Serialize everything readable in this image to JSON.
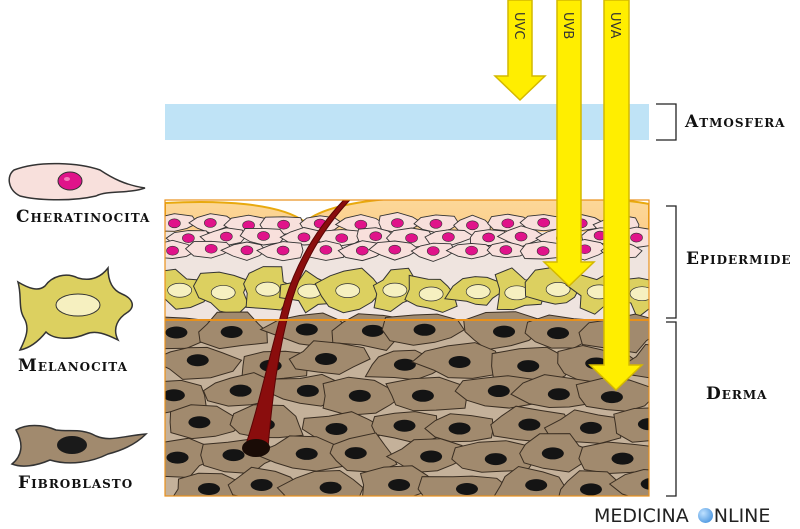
{
  "cells": {
    "cheratinocita": "Cheratinocita",
    "melanocita": "Melanocita",
    "fibroblasto": "Fibroblasto"
  },
  "layers": {
    "atmosfera": "Atmosfera",
    "epidermide": "Epidermide",
    "derma": "Derma"
  },
  "rays": {
    "uvc": "UVC",
    "uvb": "UVB",
    "uva": "UVA",
    "color": "#ffee00"
  },
  "colors": {
    "atmosphere": "#bfe3f6",
    "horny_layer": "#fbd28a",
    "keratinocyte": "#f8e0dc",
    "nucleus_pink": "#e0138a",
    "melanocyte": "#dcd060",
    "fibroblast": "#a18a6e",
    "hair": "#8a0d0d"
  },
  "watermark": {
    "pre": "MEDICINA ",
    "post": "NLINE"
  }
}
